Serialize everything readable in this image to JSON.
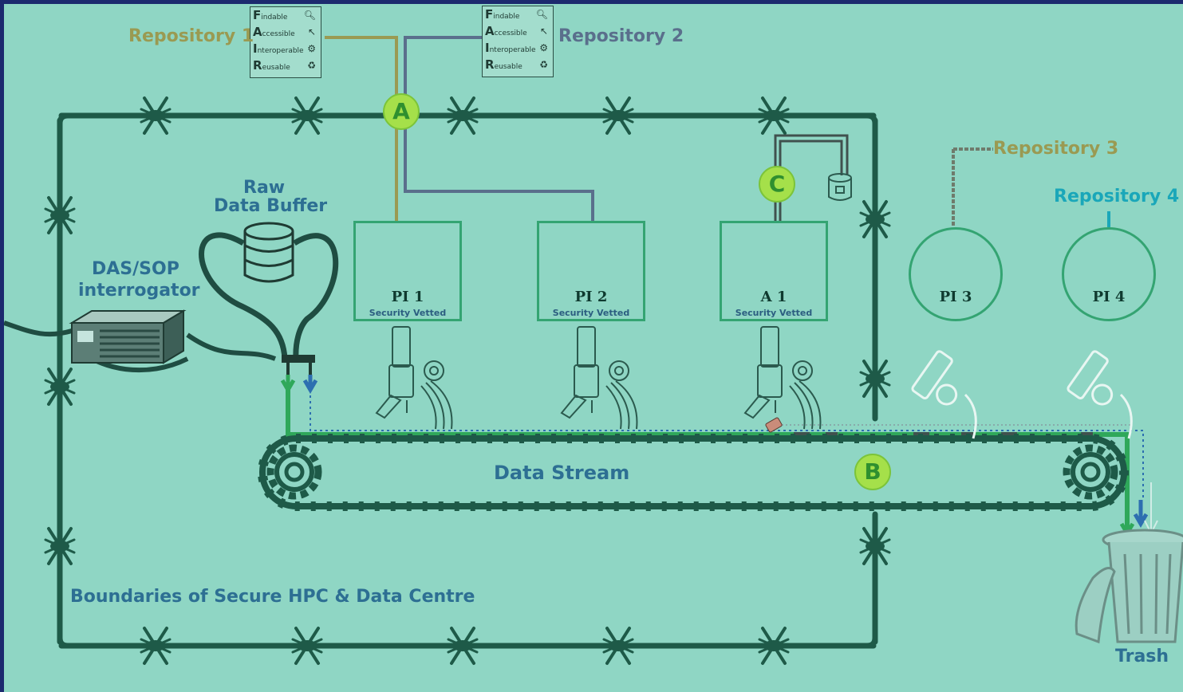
{
  "repositories": {
    "repo1": "Repository 1",
    "repo2": "Repository 2",
    "repo3": "Repository 3",
    "repo4": "Repository 4"
  },
  "fair": {
    "f_letter": "F",
    "f_rest": "indable",
    "a_letter": "A",
    "a_rest": "ccessible",
    "i_letter": "I",
    "i_rest": "nteroperable",
    "r_letter": "R",
    "r_rest": "eusable"
  },
  "buffer": {
    "line1": "Raw",
    "line2": "Data Buffer"
  },
  "interrogator": {
    "line1": "DAS/SOP",
    "line2": "interrogator"
  },
  "people": {
    "pi1": {
      "name": "PI 1",
      "status": "Security Vetted"
    },
    "pi2": {
      "name": "PI 2",
      "status": "Security Vetted"
    },
    "a1": {
      "name": "A 1",
      "status": "Security Vetted"
    },
    "pi3": {
      "name": "PI 3"
    },
    "pi4": {
      "name": "PI 4"
    }
  },
  "badges": {
    "a": "A",
    "b": "B",
    "c": "C"
  },
  "stream_label": "Data Stream",
  "boundary_label": "Boundaries of Secure HPC & Data Centre",
  "trash_label": "Trash",
  "colors": {
    "background": "#8fd6c4",
    "frame": "#1c2a6e",
    "fence": "#1e5a48",
    "repo1_line": "#9a9a52",
    "repo2_line": "#5a6f8c",
    "repo4_line": "#1aa7b9",
    "badge": "#a5e04a",
    "card_border": "#34a472",
    "stream_green": "#2fa85a",
    "stream_blue": "#2d6fb0"
  }
}
